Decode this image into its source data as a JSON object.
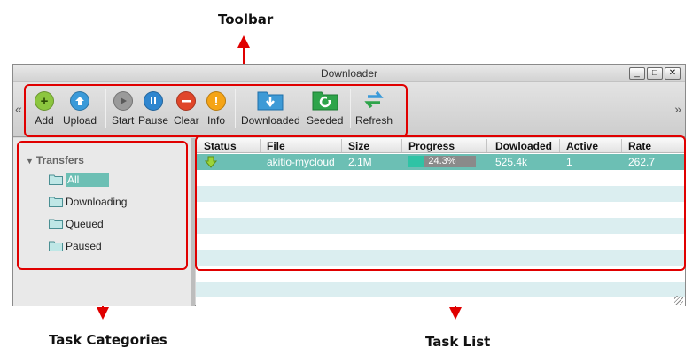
{
  "callouts": {
    "toolbar": "Toolbar",
    "task_categories": "Task Categories",
    "task_list": "Task List"
  },
  "window": {
    "title": "Downloader",
    "controls": {
      "minimize": "_",
      "maximize": "□",
      "close": "✕"
    }
  },
  "toolbar": {
    "nav_left": "«",
    "nav_right": "»",
    "buttons": [
      {
        "label": "Add",
        "icon": "plus-icon",
        "color": "#8cc63f"
      },
      {
        "label": "Upload",
        "icon": "upload-icon",
        "color": "#3a9ad9"
      },
      {
        "label": "Start",
        "icon": "play-icon",
        "color": "#9a9a9a"
      },
      {
        "label": "Pause",
        "icon": "pause-icon",
        "color": "#2f86cf"
      },
      {
        "label": "Clear",
        "icon": "minus-icon",
        "color": "#e0462a"
      },
      {
        "label": "Info",
        "icon": "exclamation-icon",
        "color": "#f5a416"
      },
      {
        "label": "Downloaded",
        "icon": "download-folder-icon",
        "color": "#3d9ad6"
      },
      {
        "label": "Seeded",
        "icon": "seed-folder-icon",
        "color": "#2ea44a"
      },
      {
        "label": "Refresh",
        "icon": "refresh-icon",
        "color": "#3a9ad9"
      }
    ]
  },
  "sidebar": {
    "root": "Transfers",
    "items": [
      {
        "label": "All",
        "selected": true
      },
      {
        "label": "Downloading",
        "selected": false
      },
      {
        "label": "Queued",
        "selected": false
      },
      {
        "label": "Paused",
        "selected": false
      }
    ]
  },
  "tasklist": {
    "columns": [
      "Status",
      "File",
      "Size",
      "Progress",
      "Dowloaded",
      "Active",
      "Rate"
    ],
    "rows": [
      {
        "status_icon": "down-arrow-icon",
        "file": "akitio-mycloud",
        "size": "2.1M",
        "progress": 0.243,
        "progress_text": "24.3%",
        "downloaded": "525.4k",
        "active": "1",
        "rate": "262.7"
      }
    ]
  },
  "colors": {
    "accent": "#6cbfb4",
    "highlight_box": "#e00000",
    "stripe": "#dbeef0",
    "progress_fill": "#2fc3a5"
  }
}
